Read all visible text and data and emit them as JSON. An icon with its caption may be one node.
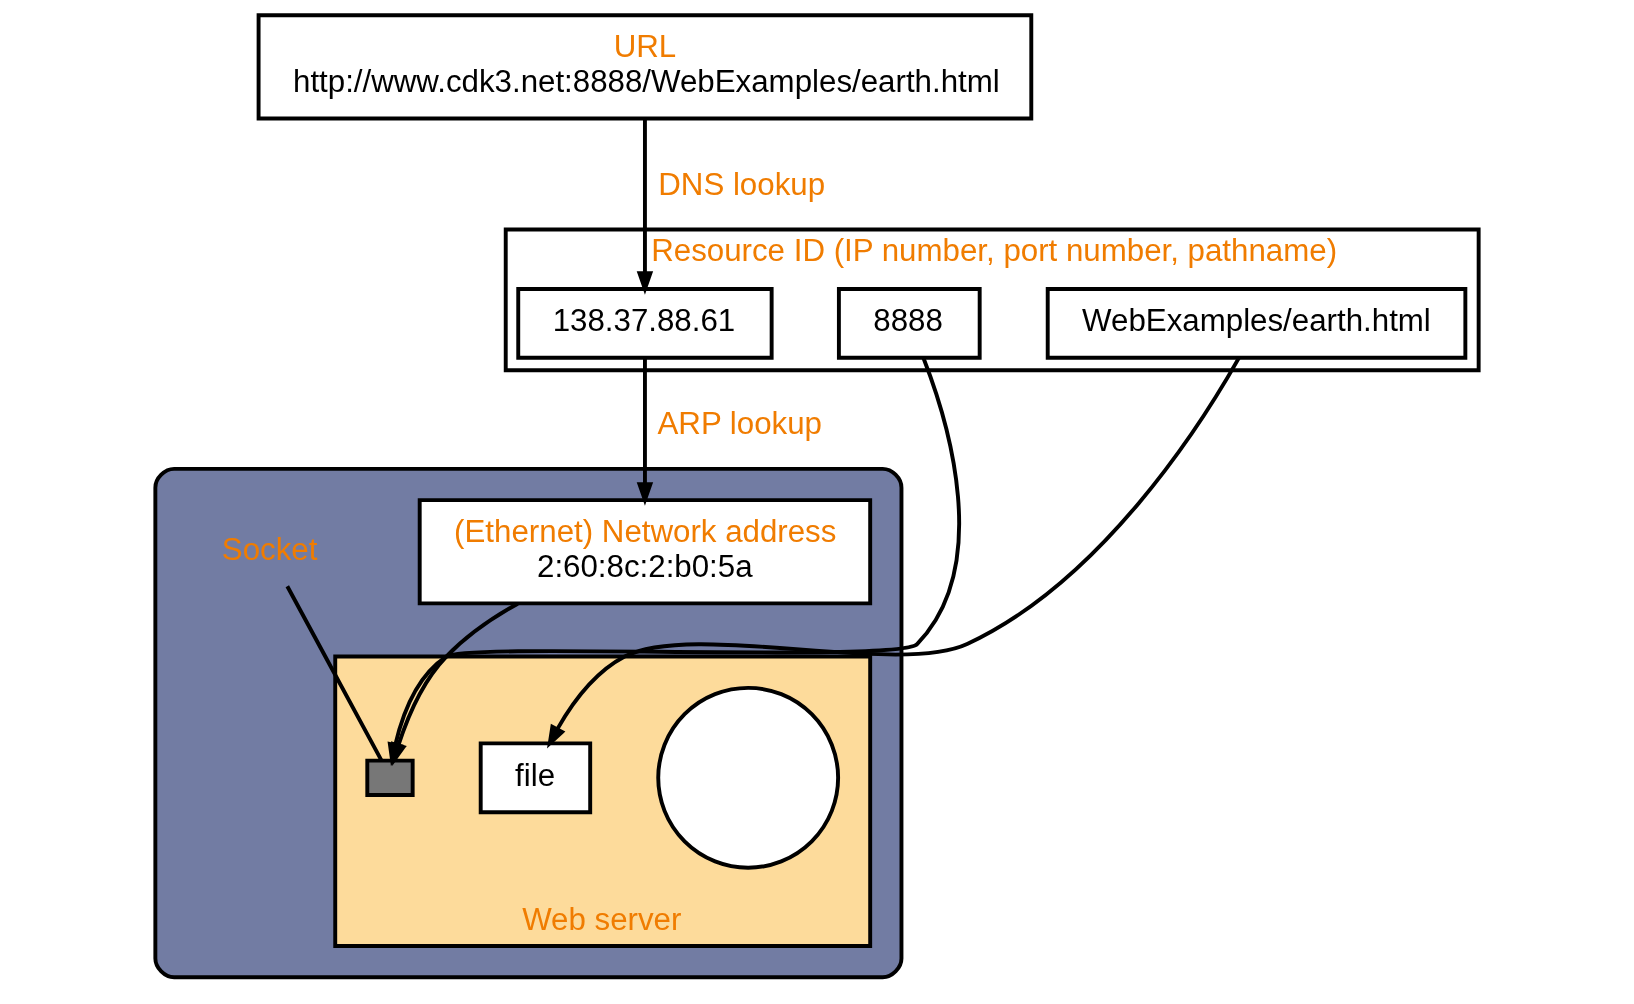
{
  "diagram": {
    "nodes": [
      {
        "text": [
          "URL",
          "http://www.cdk3.net:8888/WebExamples/earth.html"
        ]
      },
      {
        "text": [
          "Resource ID (IP number, port number, pathname)"
        ]
      },
      {
        "text": [
          "138.37.88.61"
        ],
        "in": 1
      },
      {
        "text": [
          "8888"
        ],
        "in": 1
      },
      {
        "text": [
          "WebExamples/earth.html"
        ],
        "in": 1
      },
      {
        "text": [],
        "shape": "box"
      },
      {
        "text": [
          "(Ethernet) Network address",
          "2:60:8c:2:b0:5a"
        ],
        "in": 5
      },
      {
        "text": [
          "Web server"
        ],
        "in": 5
      },
      {
        "text": [],
        "shape": "circle",
        "in": 7
      },
      {
        "text": [],
        "shape": "box",
        "in": 7
      },
      {
        "text": [
          "file"
        ],
        "in": 7
      },
      {
        "text": [
          "Socket"
        ],
        "in": 5
      }
    ],
    "edges": [
      {
        "from": 0,
        "to": 2,
        "arrow": "to",
        "label": "DNS lookup"
      },
      {
        "from": 2,
        "to": 6,
        "arrow": "to",
        "label": "ARP lookup"
      },
      {
        "from": 3,
        "to": 9,
        "arrow": "to"
      },
      {
        "from": 4,
        "to": 10,
        "arrow": "to"
      },
      {
        "from": 6,
        "to": 9,
        "arrow": "to"
      },
      {
        "from": 11,
        "to": 9,
        "arrow": "none"
      }
    ]
  }
}
